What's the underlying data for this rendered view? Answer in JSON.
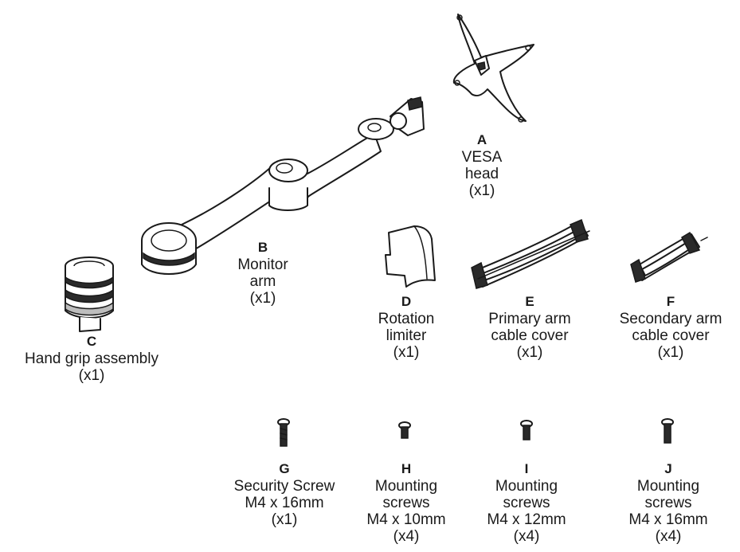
{
  "parts": [
    {
      "id": "A",
      "lines": [
        "VESA",
        "head",
        "(x1)"
      ]
    },
    {
      "id": "B",
      "lines": [
        "Monitor",
        "arm",
        "(x1)"
      ]
    },
    {
      "id": "C",
      "lines": [
        "Hand grip assembly",
        "(x1)"
      ]
    },
    {
      "id": "D",
      "lines": [
        "Rotation",
        "limiter",
        "(x1)"
      ]
    },
    {
      "id": "E",
      "lines": [
        "Primary arm",
        "cable cover",
        "(x1)"
      ]
    },
    {
      "id": "F",
      "lines": [
        "Secondary arm",
        "cable cover",
        "(x1)"
      ]
    },
    {
      "id": "G",
      "lines": [
        "Security Screw",
        "M4 x 16mm",
        "(x1)"
      ]
    },
    {
      "id": "H",
      "lines": [
        "Mounting",
        "screws",
        "M4 x 10mm",
        "(x4)"
      ]
    },
    {
      "id": "I",
      "lines": [
        "Mounting",
        "screws",
        "M4 x 12mm",
        "(x4)"
      ]
    },
    {
      "id": "J",
      "lines": [
        "Mounting",
        "screws",
        "M4 x 16mm",
        "(x4)"
      ]
    }
  ]
}
